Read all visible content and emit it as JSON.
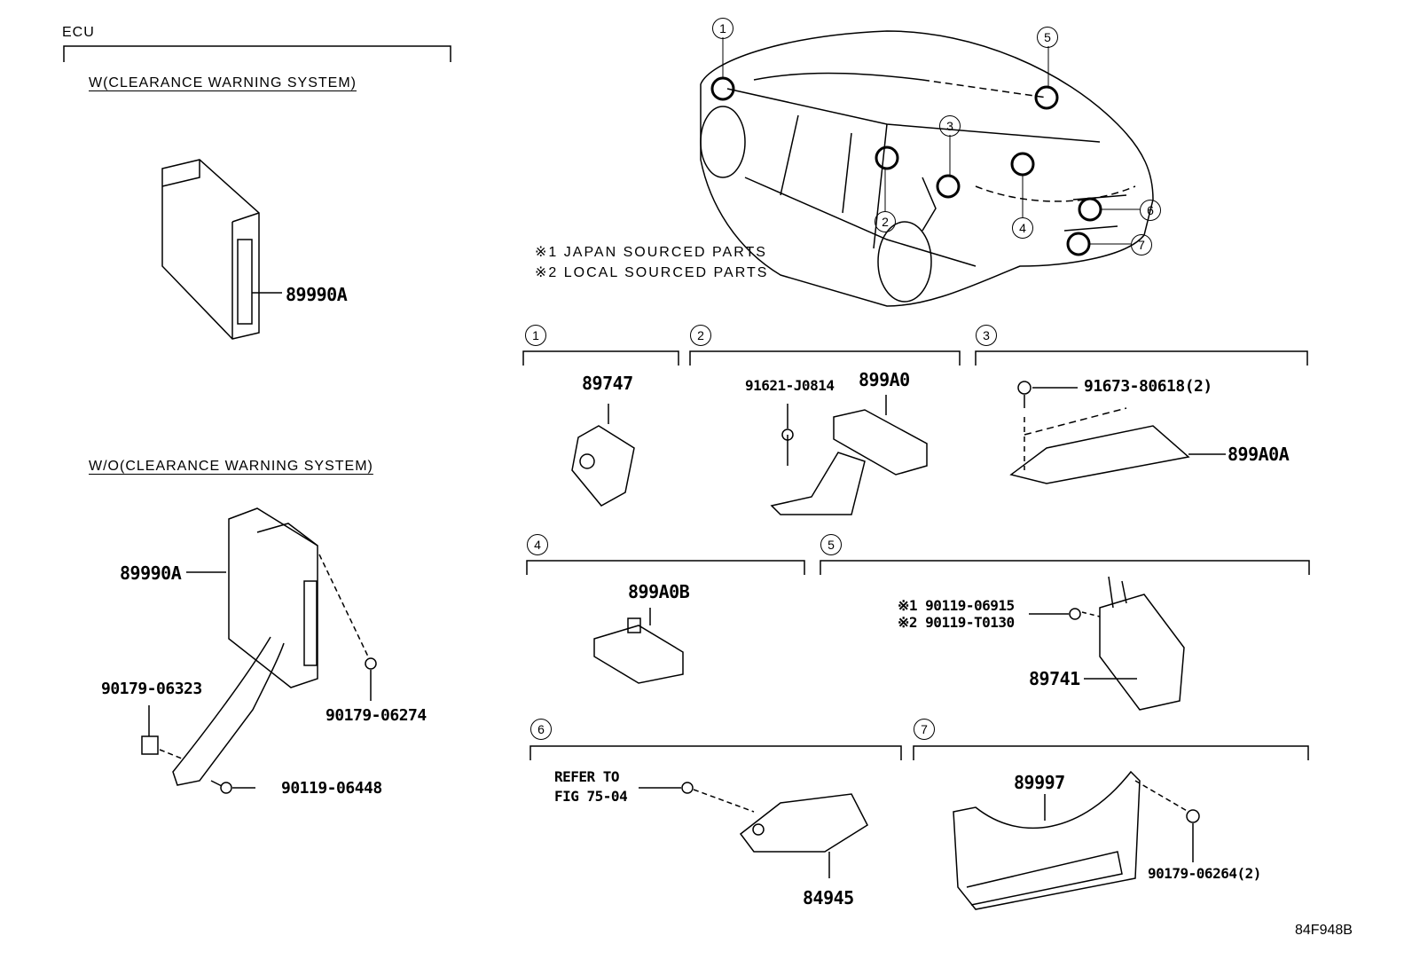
{
  "diagram": {
    "figure_code": "84F948B",
    "ecu_section": {
      "title": "ECU",
      "variants": [
        {
          "header": "W(CLEARANCE WARNING SYSTEM)",
          "parts": [
            {
              "number": "89990A"
            }
          ]
        },
        {
          "header": "W/O(CLEARANCE WARNING SYSTEM)",
          "parts": [
            {
              "number": "89990A"
            },
            {
              "number": "90179-06323"
            },
            {
              "number": "90179-06274"
            },
            {
              "number": "90119-06448"
            }
          ]
        }
      ]
    },
    "notes": [
      {
        "mark": "※1",
        "text": "JAPAN SOURCED PARTS"
      },
      {
        "mark": "※2",
        "text": "LOCAL SOURCED PARTS"
      }
    ],
    "car_callouts": [
      "1",
      "2",
      "3",
      "4",
      "5",
      "6",
      "7"
    ],
    "sections": [
      {
        "id": "1",
        "parts": [
          {
            "number": "89747"
          }
        ]
      },
      {
        "id": "2",
        "parts": [
          {
            "number": "91621-J0814"
          },
          {
            "number": "899A0"
          }
        ]
      },
      {
        "id": "3",
        "parts": [
          {
            "number": "91673-80618(2)"
          },
          {
            "number": "899A0A"
          }
        ]
      },
      {
        "id": "4",
        "parts": [
          {
            "number": "899A0B"
          }
        ]
      },
      {
        "id": "5",
        "parts": [
          {
            "number": "※1 90119-06915"
          },
          {
            "number": "※2 90119-T0130"
          },
          {
            "number": "89741"
          }
        ]
      },
      {
        "id": "6",
        "parts": [
          {
            "number": "REFER TO"
          },
          {
            "number": "FIG 75-04"
          },
          {
            "number": "84945"
          }
        ]
      },
      {
        "id": "7",
        "parts": [
          {
            "number": "89997"
          },
          {
            "number": "90179-06264(2)"
          }
        ]
      }
    ]
  }
}
